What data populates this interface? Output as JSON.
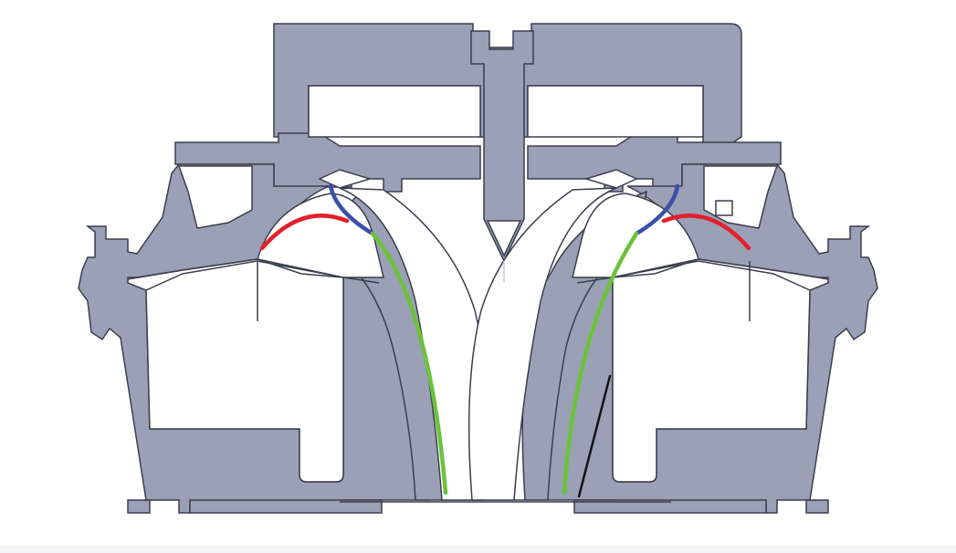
{
  "diagram": {
    "colors": {
      "body_fill": "#9aa0b6",
      "outline": "#3a3e4c",
      "cavity_fill": "#ffffff",
      "red_line": "#e3202b",
      "blue_line": "#3a4fa8",
      "green_line": "#6cc23a",
      "black_line": "#111111",
      "background": "#ffffff"
    },
    "curves": [
      {
        "name": "red-arc",
        "color_key": "red_line"
      },
      {
        "name": "blue-segment",
        "color_key": "blue_line"
      },
      {
        "name": "green-curve",
        "color_key": "green_line"
      },
      {
        "name": "black-line",
        "color_key": "black_line"
      }
    ]
  }
}
